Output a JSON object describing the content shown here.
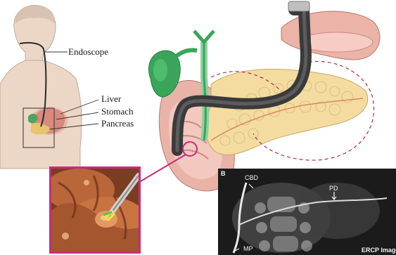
{
  "labels": {
    "endoscope": "Endoscope",
    "liver": "Liver",
    "stomach": "Stomach",
    "pancreas": "Pancreas"
  },
  "ercp_panel": {
    "panel_letter": "B",
    "cbd": "CBD",
    "pd": "PD",
    "mp": "MP",
    "caption": "ERCP Image"
  },
  "colors": {
    "callout_accent": "#cc2a7a",
    "skin": "#e9d3c4",
    "gallbladder": "#3aa55a",
    "pancreas": "#f2d79a",
    "endoscope": "#3a3a3a"
  }
}
